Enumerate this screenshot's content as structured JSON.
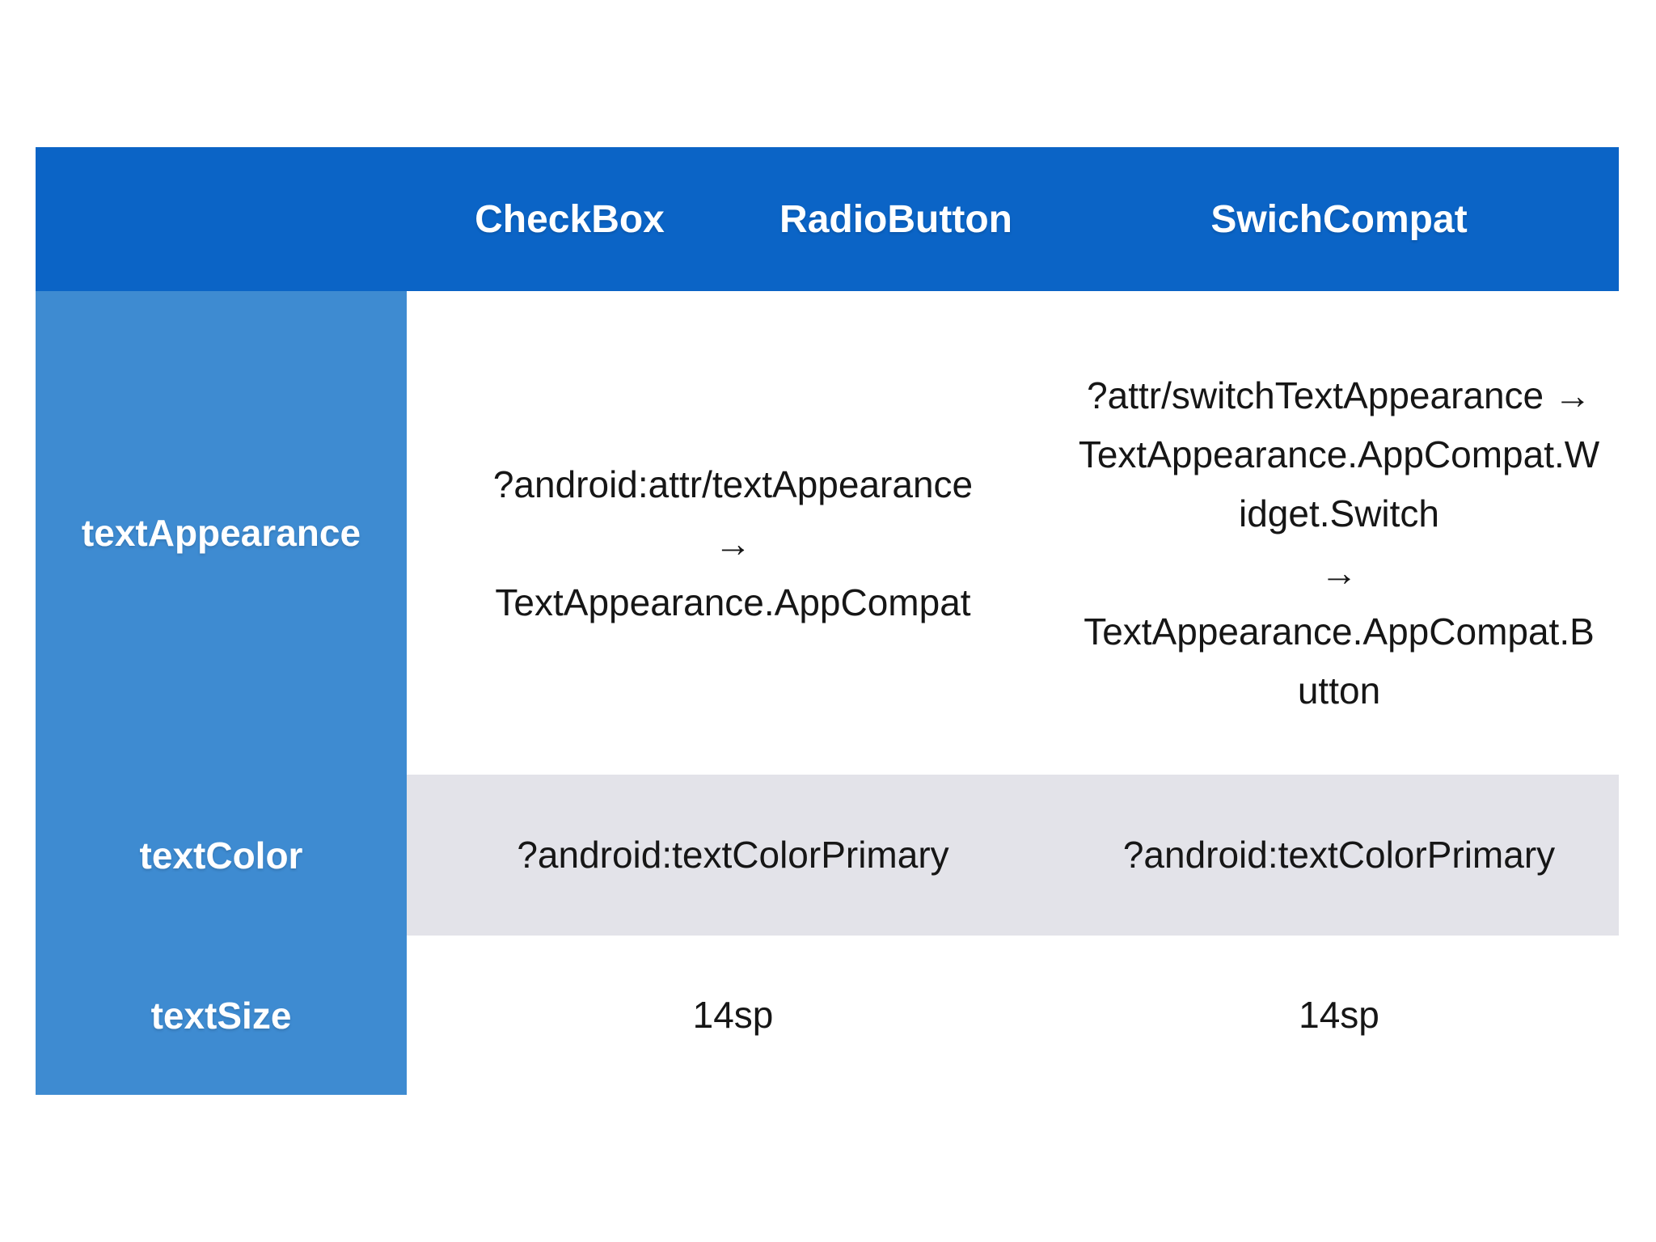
{
  "page": {
    "background": "#ffffff"
  },
  "table": {
    "colors": {
      "header_bg": "#0b64c6",
      "label_col_bg": "#3e8bd1",
      "row_alt_bg": "#e3e3e9",
      "body_bg": "#ffffff",
      "header_text": "#ffffff",
      "body_text": "#161616"
    },
    "header": {
      "corner": "",
      "col_checkbox": "CheckBox",
      "col_radiobutton": "RadioButton",
      "col_switchcompat": "SwichCompat"
    },
    "rows": [
      {
        "label": "textAppearance",
        "checkbox_radiobutton": {
          "lines": [
            "?android:attr/textAppearance",
            "→",
            "TextAppearance.AppCompat"
          ]
        },
        "switchcompat": {
          "lines": [
            "?attr/switchTextAppearance →",
            "TextAppearance.AppCompat.W",
            "idget.Switch",
            "→",
            "TextAppearance.AppCompat.B",
            "utton"
          ]
        }
      },
      {
        "label": "textColor",
        "checkbox_radiobutton": {
          "lines": [
            "?android:textColorPrimary"
          ]
        },
        "switchcompat": {
          "lines": [
            "?android:textColorPrimary"
          ]
        }
      },
      {
        "label": "textSize",
        "checkbox_radiobutton": {
          "lines": [
            "14sp"
          ]
        },
        "switchcompat": {
          "lines": [
            "14sp"
          ]
        }
      }
    ]
  }
}
